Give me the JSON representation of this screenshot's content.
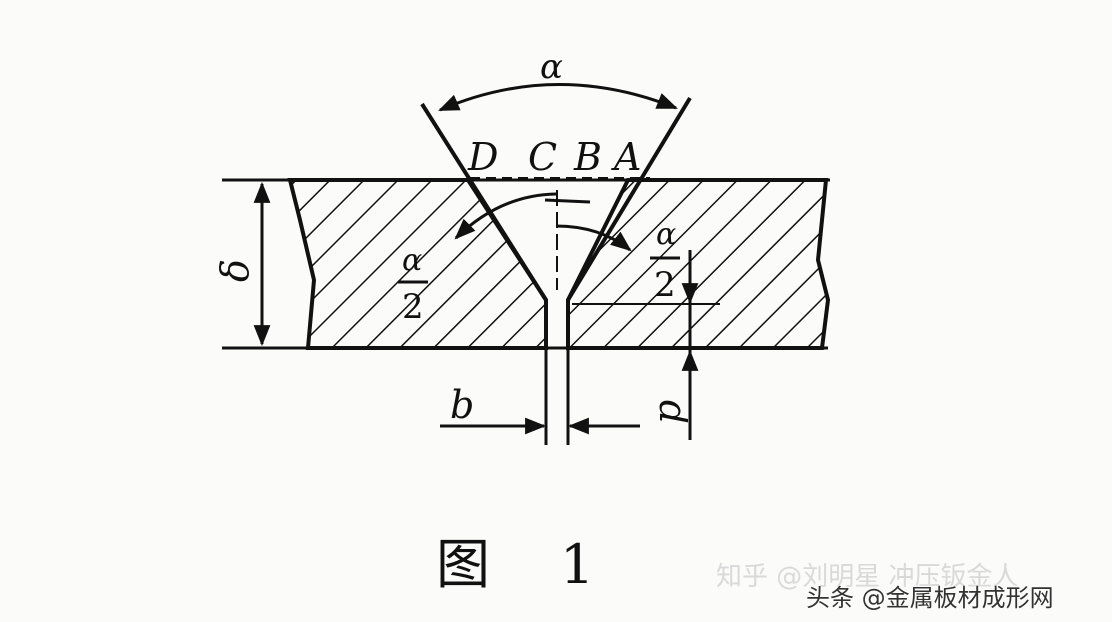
{
  "labels": {
    "alpha": "α",
    "D": "D",
    "C": "C",
    "B": "B",
    "A": "A",
    "delta": "δ",
    "half_alpha_left_num": "α",
    "half_alpha_left_den": "2",
    "half_alpha_right_num": "α",
    "half_alpha_right_den": "2",
    "b": "b",
    "p": "p"
  },
  "caption": {
    "prefix": "图",
    "number": "1"
  },
  "watermark": {
    "line1": "知乎 @刘明星 冲压钣金人",
    "line2": "头条 @金属板材成形网"
  }
}
